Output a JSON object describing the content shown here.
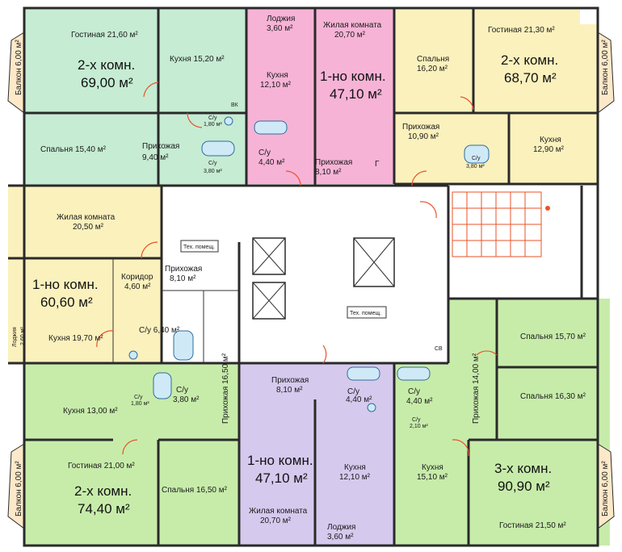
{
  "apartments": {
    "a1": {
      "rooms": "2-х комн.",
      "area": "69,00 м²",
      "color": "#c6ecd3"
    },
    "a2": {
      "rooms": "1-но комн.",
      "area": "47,10 м²",
      "color": "#f6b3d6"
    },
    "a3": {
      "rooms": "2-х комн.",
      "area": "68,70 м²",
      "color": "#fbf1bd"
    },
    "a4": {
      "rooms": "1-но комн.",
      "area": "60,60 м²",
      "color": "#fbf1bd"
    },
    "a5": {
      "rooms": "2-х комн.",
      "area": "74,40 м²",
      "color": "#c7ecaa"
    },
    "a6": {
      "rooms": "1-но комн.",
      "area": "47,10 м²",
      "color": "#d6c9ee"
    },
    "a7": {
      "rooms": "3-х комн.",
      "area": "90,90 м²",
      "color": "#c7ecaa"
    }
  },
  "rooms": {
    "r1": "Гостиная 21,60 м²",
    "r2": "Кухня 15,20 м²",
    "r3": "Балкон 6,00 м²",
    "r4": "Спальня 15,40 м²",
    "r5": "Прихожая",
    "r6": "9,40 м²",
    "r7": "С/у",
    "r8": "1,80 м²",
    "r9": "С/у",
    "r10": "3,80 м²",
    "r11": "Лоджия",
    "r12": "3,60 м²",
    "r13": "Жилая комната",
    "r14": "20,70 м²",
    "r15": "Кухня",
    "r16": "12,10 м²",
    "r17": "С/у",
    "r18": "4,40 м²",
    "r19": "Прихожая",
    "r20": "8,10 м²",
    "r21": "Гостиная 21,30 м²",
    "r22": "Спальня",
    "r23": "16,20 м²",
    "r24": "Прихожая",
    "r25": "10,90 м²",
    "r26": "С/у",
    "r27": "3,80 м²",
    "r28": "Кухня",
    "r29": "12,90 м²",
    "r30": "Балкон 6,00 м²",
    "r31": "Жилая комната",
    "r32": "20,50 м²",
    "r33": "Коридор",
    "r34": "4,60 м²",
    "r35": "Прихожая",
    "r36": "8,10 м²",
    "r37": "Кухня 19,70 м²",
    "r38": "Лоджия",
    "r39": "2,60 м²",
    "r40": "С/у 6,40 м²",
    "r41": "Тех. помещ.",
    "r42": "Тех. помещ.",
    "r43": "Прихожая 16,50 м²",
    "r44": "Кухня 13,00 м²",
    "r45": "С/у",
    "r46": "1,80 м²",
    "r47": "С/у",
    "r48": "3,80 м²",
    "r49": "Гостиная 21,00 м²",
    "r50": "Спальня 16,50 м²",
    "r51": "Балкон 6,00 м²",
    "r52": "Прихожая",
    "r53": "8,10 м²",
    "r54": "С/у",
    "r55": "4,40 м²",
    "r56": "Кухня",
    "r57": "12,10 м²",
    "r58": "Жилая комната",
    "r59": "20,70 м²",
    "r60": "Лоджия",
    "r61": "3,60 м²",
    "r62": "С/у",
    "r63": "4,40 м²",
    "r64": "С/у",
    "r65": "2,10 м²",
    "r66": "Прихожая 14,00 м²",
    "r67": "Спальня 15,70 м²",
    "r68": "Спальня 16,30 м²",
    "r69": "Кухня",
    "r70": "15,10 м²",
    "r71": "Гостиная 21,50 м²",
    "r72": "Балкон 6,00 м²"
  },
  "marks": {
    "vk": "ВК",
    "sv": "СВ",
    "g": "Г"
  },
  "colors": {
    "wall": "#2a2a2a",
    "door": "#e8532a",
    "fixture": "#cfe9f7",
    "core": "#ffffff",
    "balcony": "#fde9c9"
  }
}
